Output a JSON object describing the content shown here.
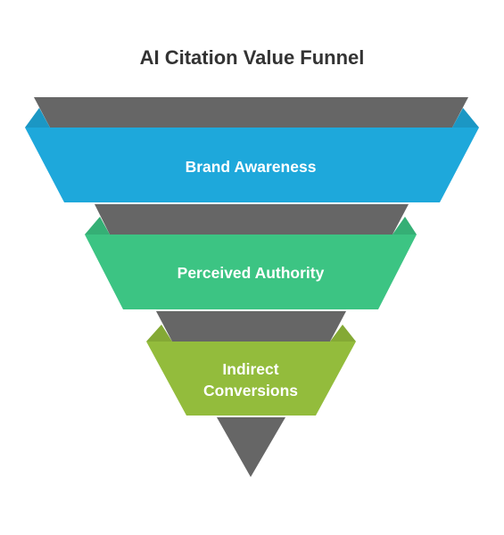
{
  "title": "AI Citation Value Funnel",
  "colors": {
    "gray": "#666666",
    "blue": "#1EA8DB",
    "blue_shade": "#1B97C4",
    "green": "#3CC483",
    "green_shade": "#35AF75",
    "lime": "#93BC3C",
    "lime_shade": "#84A935"
  },
  "stages": [
    {
      "label_lines": [
        "Brand Awareness"
      ],
      "color": "blue"
    },
    {
      "label_lines": [
        "Perceived Authority"
      ],
      "color": "green"
    },
    {
      "label_lines": [
        "Indirect",
        "Conversions"
      ],
      "color": "lime"
    }
  ]
}
